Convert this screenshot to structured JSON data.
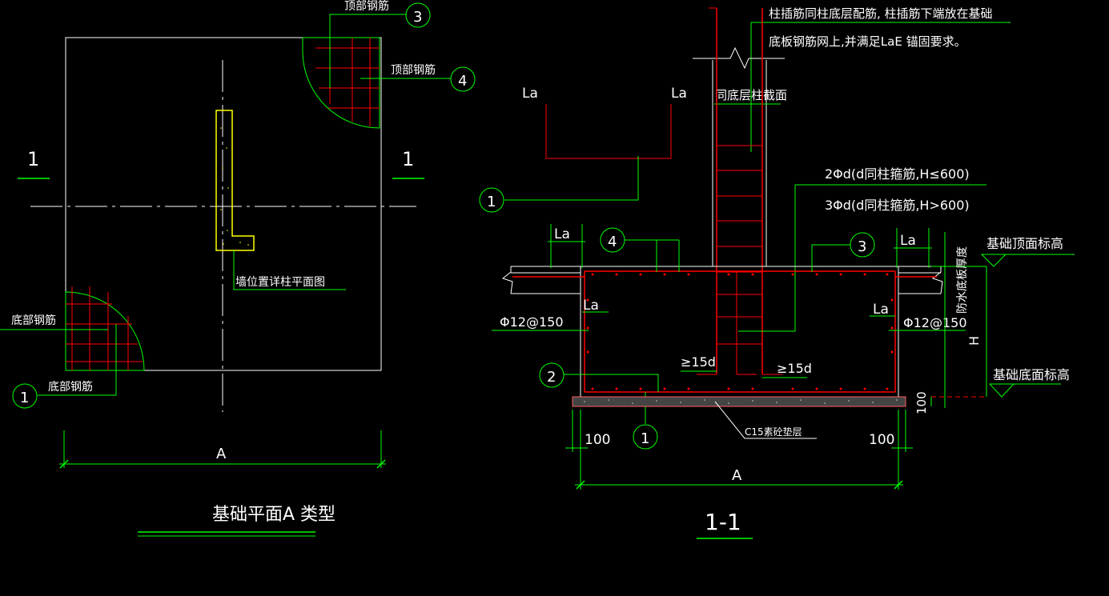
{
  "colors": {
    "background": "#000000",
    "green": "#00ff00",
    "red": "#ff0000",
    "white": "#ffffff",
    "yellow": "#ffff00",
    "cyan": "#00ffff"
  },
  "plan": {
    "title": "基础平面A 类型",
    "section_mark_left": "1",
    "section_mark_right": "1",
    "dim_label": "A",
    "wall_note": "墙位置详柱平面图",
    "top_rebar_label_a": "顶部钢筋",
    "top_rebar_label_b": "顶部钢筋",
    "bottom_rebar_label_a": "底部钢筋",
    "bottom_rebar_label_b": "底部钢筋",
    "balloon_3": "3",
    "balloon_4": "4",
    "balloon_1": "1"
  },
  "section": {
    "title": "1-1",
    "note_line1": "柱插筋同柱底层配筋, 柱插筋下端放在基础",
    "note_line2": "底板钢筋网上,并满足LaE 锚固要求。",
    "column_label": "同底层柱截面",
    "la_labels": [
      "La",
      "La",
      "La",
      "La",
      "La",
      "La"
    ],
    "stirrup_note1": "2Φd(d同柱箍筋,H≤600)",
    "stirrup_note2": "3Φd(d同柱箍筋,H>600)",
    "phi_left": "Φ12@150",
    "phi_right": "Φ12@150",
    "ge15d_left": "≥15d",
    "ge15d_right": "≥15d",
    "top_elev": "基础顶面标高",
    "bottom_elev": "基础底面标高",
    "waterproof": "防水底板厚度",
    "h_label": "H",
    "dim_100_left": "100",
    "dim_100_right": "100",
    "dim_100_vert": "100",
    "dim_a": "A",
    "c15_label": "C15素砼垫层",
    "balloon_1a": "1",
    "balloon_4": "4",
    "balloon_3": "3",
    "balloon_2": "2",
    "balloon_1b": "1"
  }
}
